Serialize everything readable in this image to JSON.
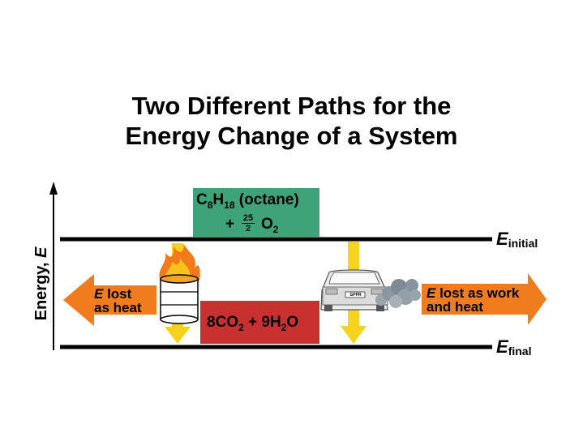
{
  "title_line1": "Two Different Paths for the",
  "title_line2": "Energy Change of a System",
  "y_axis": {
    "label": "Energy, ",
    "symbol": "E"
  },
  "levels": {
    "initial": {
      "symbol": "E",
      "sub": "initial"
    },
    "final": {
      "symbol": "E",
      "sub": "final"
    }
  },
  "reactant_box": {
    "line1_a": "C",
    "line1_sub1": "8",
    "line1_b": "H",
    "line1_sub2": "18",
    "line1_c": " (octane)",
    "plus": "+",
    "frac_num": "25",
    "frac_den": "2",
    "o2": "O",
    "o2_sub": "2",
    "color": "#3fa37a"
  },
  "product_box": {
    "a": "8CO",
    "a_sub": "2",
    "plus": " + ",
    "b": "9H",
    "b_sub": "2",
    "c": "O",
    "color": "#c8312f"
  },
  "left_arrow": {
    "e": "E",
    "line1": " lost",
    "line2": "as heat",
    "color": "#f07c1e"
  },
  "right_arrow": {
    "e": "E",
    "line1": " lost as work",
    "line2": "and heat",
    "color": "#f07c1e"
  },
  "car_plate": "GPPR",
  "colors": {
    "yellow_arrow": "#f4d21f",
    "level_line": "#000000"
  }
}
